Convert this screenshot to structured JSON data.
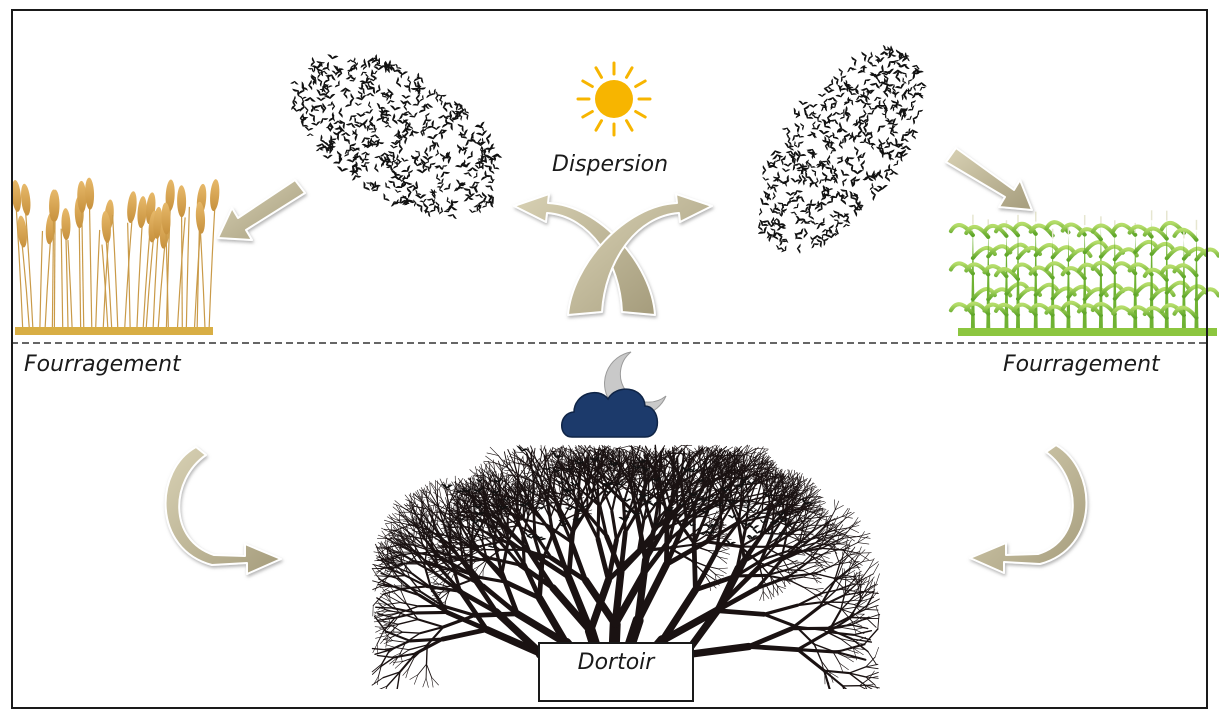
{
  "labels": {
    "dispersion": "Dispersion",
    "foraging_left": "Fourragement",
    "foraging_right": "Fourragement",
    "roost": "Dortoir"
  },
  "icons": {
    "day": "sun-icon",
    "night": "moon-cloud-icon"
  },
  "colors": {
    "arrow_fill": "#b9b093",
    "arrow_shadow": "#8d8468",
    "sun": "#f7b500",
    "cloud": "#1c3a6b",
    "moon": "#c9c9c9",
    "wheat": "#d9a84a",
    "wheat_ground": "#d8ae45",
    "corn": "#8cc63f",
    "corn_ground": "#8cc63f",
    "birds": "#111111",
    "tree": "#1a1212",
    "divider": "#333333"
  }
}
